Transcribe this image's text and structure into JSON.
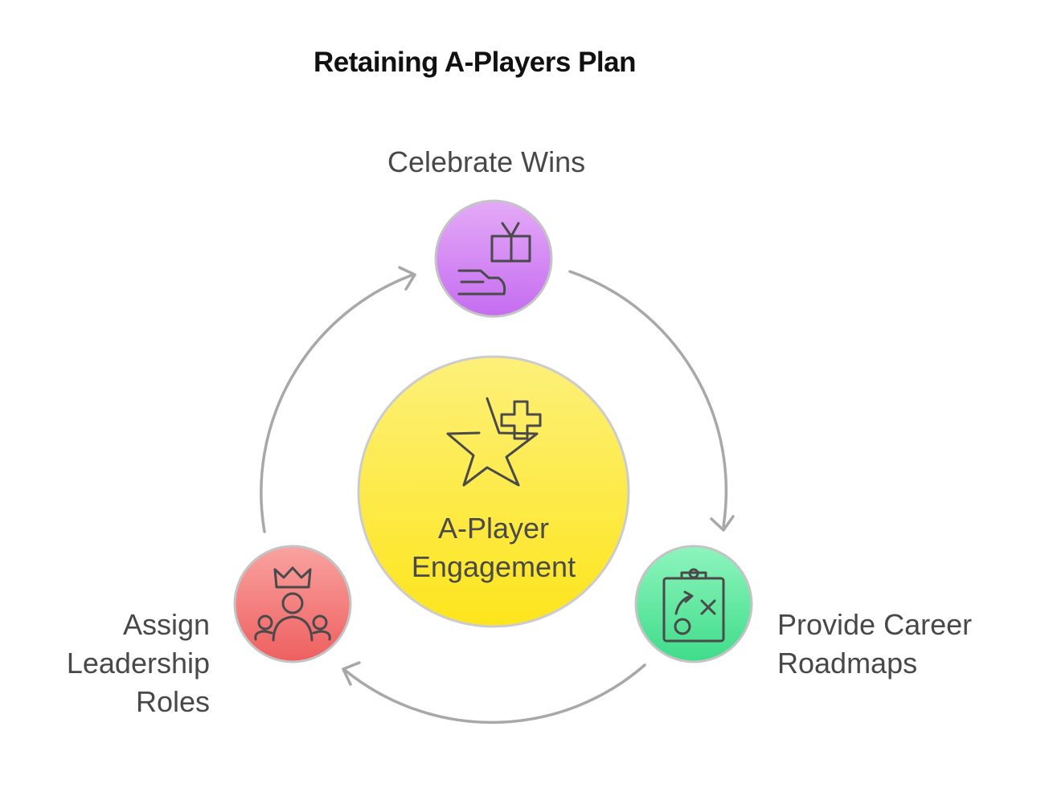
{
  "title": "Retaining A-Players Plan",
  "center": {
    "label_line1": "A-Player",
    "label_line2": "Engagement",
    "icon": "star-plus-icon",
    "color": "#fcec3c"
  },
  "nodes": [
    {
      "lines": [
        "Celebrate Wins"
      ],
      "icon": "gift-in-hand-icon",
      "color": "#d07cf0"
    },
    {
      "lines": [
        "Provide Career",
        "Roadmaps"
      ],
      "icon": "strategy-clipboard-icon",
      "color": "#54e498"
    },
    {
      "lines": [
        "Assign",
        "Leadership",
        "Roles"
      ],
      "icon": "team-leader-crown-icon",
      "color": "#f47474"
    }
  ],
  "cycle_direction": "clockwise"
}
